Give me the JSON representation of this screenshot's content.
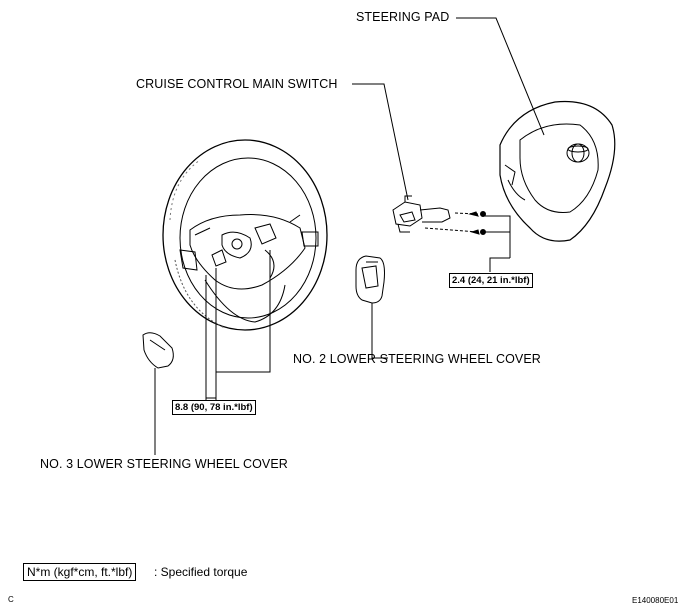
{
  "labels": {
    "steering_pad": "STEERING PAD",
    "cruise_switch": "CRUISE CONTROL MAIN SWITCH",
    "no2_cover": "NO. 2 LOWER STEERING WHEEL COVER",
    "no3_cover": "NO. 3 LOWER STEERING WHEEL COVER"
  },
  "torques": {
    "cruise_switch": "2.4 (24, 21 in.*lbf)",
    "wheel": "8.8 (90, 78 in.*lbf)"
  },
  "legend": {
    "unit": "N*m (kgf*cm, ft.*lbf)",
    "text": ": Specified torque"
  },
  "footer": {
    "left": "C",
    "code": "E140080E01"
  }
}
